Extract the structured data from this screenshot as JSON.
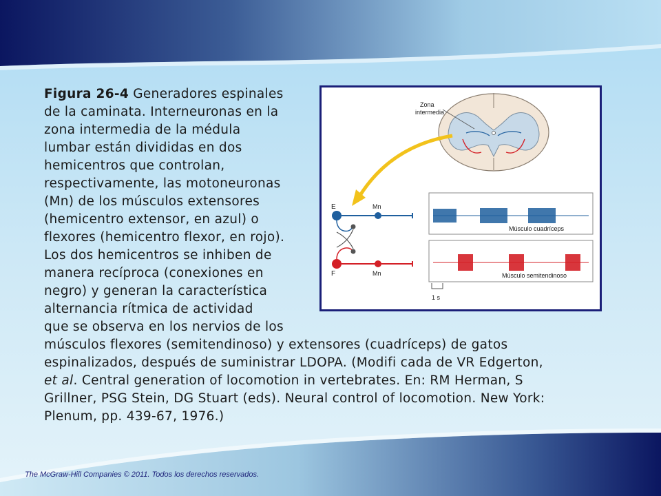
{
  "caption": {
    "figure_label": "Figura 26-4",
    "lines": [
      " Generadores espinales",
      "de la caminata. Interneuronas en la",
      "zona intermedia de la médula",
      "lumbar están divididas en dos",
      "hemicentros que controlan,",
      "respectivamente, las motoneuronas",
      "(Mn) de los músculos extensores",
      "(hemicentro extensor, en azul) o",
      "flexores (hemicentro flexor, en rojo).",
      "Los dos hemicentros se inhiben de",
      "manera recíproca (conexiones en",
      "negro) y generan la característica",
      "alternancia rítmica de actividad",
      "que se observa en los nervios de los",
      "músculos flexores (semitendinoso) y extensores (cuadríceps) de gatos",
      "espinalizados, después de suministrar LDOPA. (Modifi cada de VR Edgerton,"
    ],
    "etal_prefix": "et al",
    "etal_rest": ". Central generation of locomotion in vertebrates. En: RM Herman, S",
    "lines_after": [
      "Grillner, PSG Stein, DG Stuart (eds). Neural control of locomotion. New York:",
      "Plenum, pp. 439-67, 1976.)"
    ]
  },
  "figure": {
    "zone_label_1": "Zona",
    "zone_label_2": "intermedia",
    "extensor_label": "E",
    "flexor_label": "F",
    "mn_label_top": "Mn",
    "mn_label_bottom": "Mn",
    "trace_top_label": "Músculo cuadríceps",
    "trace_bottom_label": "Músculo semitendinoso",
    "scale_label": "1 s",
    "colors": {
      "extensor": "#1f5f9e",
      "flexor": "#d42027",
      "arrow": "#f2c21b",
      "frame": "#1a1f78"
    }
  },
  "footer": {
    "text": "The McGraw-Hill Companies © 2011. Todos los derechos reservados."
  }
}
